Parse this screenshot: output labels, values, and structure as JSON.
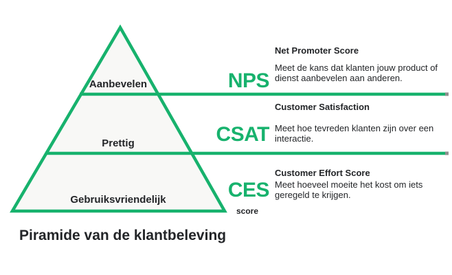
{
  "colors": {
    "accent_green": "#17B26D",
    "text_dark": "#232528",
    "pyramid_fill": "#F8F8F6",
    "background": "#FFFFFF",
    "artifact_gray": "#8F8F8F"
  },
  "pyramid": {
    "levels": [
      {
        "label": "Aanbevelen"
      },
      {
        "label": "Prettig"
      },
      {
        "label": "Gebruiksvriendelijk"
      }
    ]
  },
  "caption": "Piramide van de klantbeleving",
  "metrics": [
    {
      "abbr": "NPS",
      "heading": "Net Promoter Score",
      "description": "Meet de kans dat klanten jouw product of dienst aanbevelen aan anderen."
    },
    {
      "abbr": "CSAT",
      "heading": "Customer Satisfaction",
      "description": "Meet hoe tevreden klanten zijn over een interactie."
    },
    {
      "abbr": "CES",
      "heading": "Customer Effort Score",
      "description": "Meet hoeveel moeite het kost om iets geregeld te krijgen.",
      "note": "score"
    }
  ]
}
